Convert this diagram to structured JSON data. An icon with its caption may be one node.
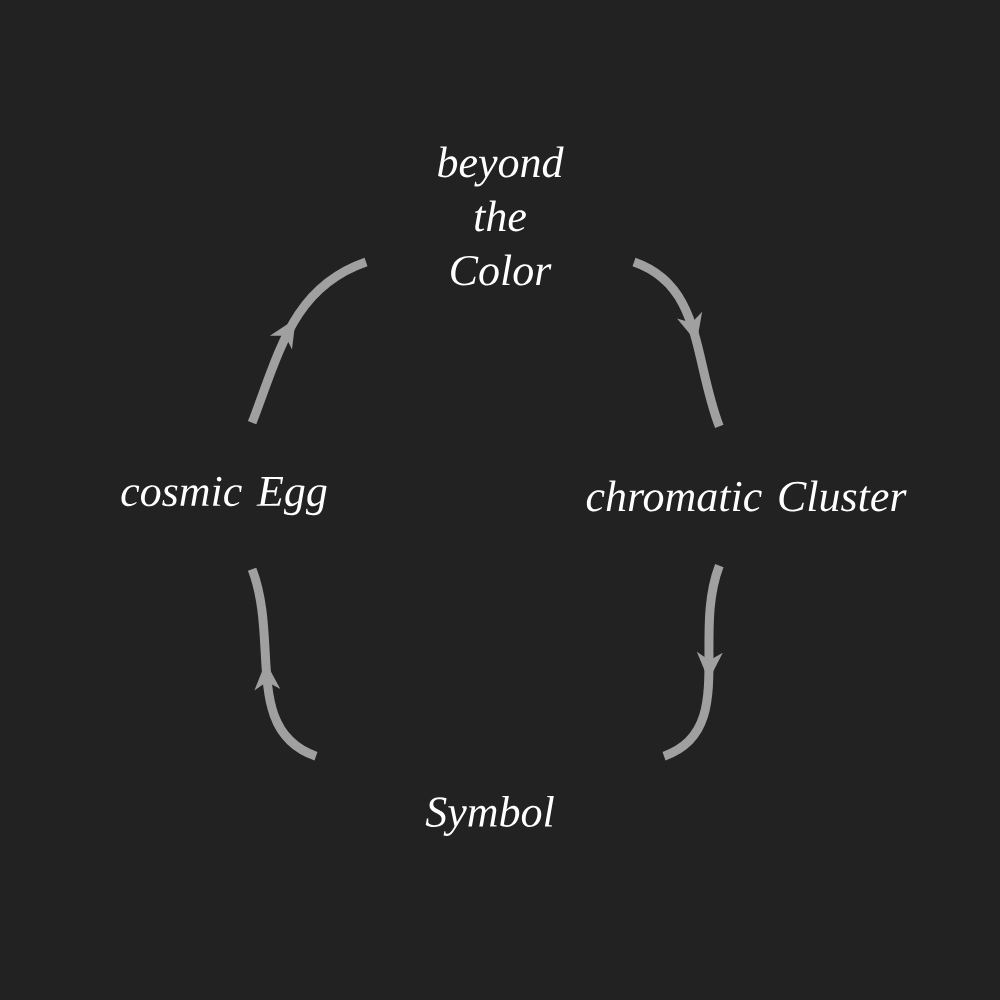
{
  "diagram": {
    "nodes": [
      {
        "text": [
          "beyond the Color"
        ]
      },
      {
        "text": [
          "chromatic Cluster"
        ]
      },
      {
        "text": [
          "Symbol"
        ]
      },
      {
        "text": [
          "cosmic Egg"
        ]
      }
    ],
    "edges": [
      {
        "from": 0,
        "to": 1,
        "arrow": "to"
      },
      {
        "from": 1,
        "to": 2,
        "arrow": "to"
      },
      {
        "from": 2,
        "to": 3,
        "arrow": "to"
      },
      {
        "from": 3,
        "to": 0,
        "arrow": "to"
      }
    ]
  }
}
